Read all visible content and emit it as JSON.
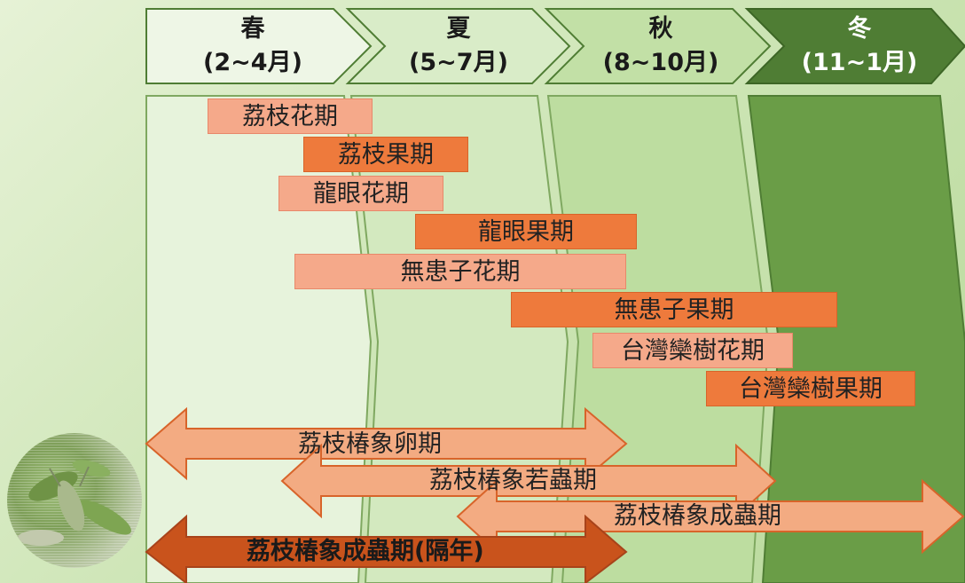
{
  "seasons": [
    {
      "name": "春",
      "months": "(2~4月)"
    },
    {
      "name": "夏",
      "months": "(5~7月)"
    },
    {
      "name": "秋",
      "months": "(8~10月)"
    },
    {
      "name": "冬",
      "months": "(11~1月)"
    }
  ],
  "bars": [
    {
      "label": "荔枝花期",
      "kind": "flower"
    },
    {
      "label": "荔枝果期",
      "kind": "fruit"
    },
    {
      "label": "龍眼花期",
      "kind": "flower"
    },
    {
      "label": "龍眼果期",
      "kind": "fruit"
    },
    {
      "label": "無患子花期",
      "kind": "flower"
    },
    {
      "label": "無患子果期",
      "kind": "fruit"
    },
    {
      "label": "台灣欒樹花期",
      "kind": "flower"
    },
    {
      "label": "台灣欒樹果期",
      "kind": "fruit"
    }
  ],
  "arrows": [
    {
      "label": "荔枝椿象卵期"
    },
    {
      "label": "荔枝椿象若蟲期"
    },
    {
      "label": "荔枝椿象成蟲期"
    },
    {
      "label": "荔枝椿象成蟲期(隔年)"
    }
  ],
  "colors": {
    "flower_bar": "#f5a98a",
    "fruit_bar": "#ee7a3c",
    "arrow_light": "#f3ab82",
    "arrow_dark": "#c9531c",
    "winter": "#4f7d34"
  }
}
